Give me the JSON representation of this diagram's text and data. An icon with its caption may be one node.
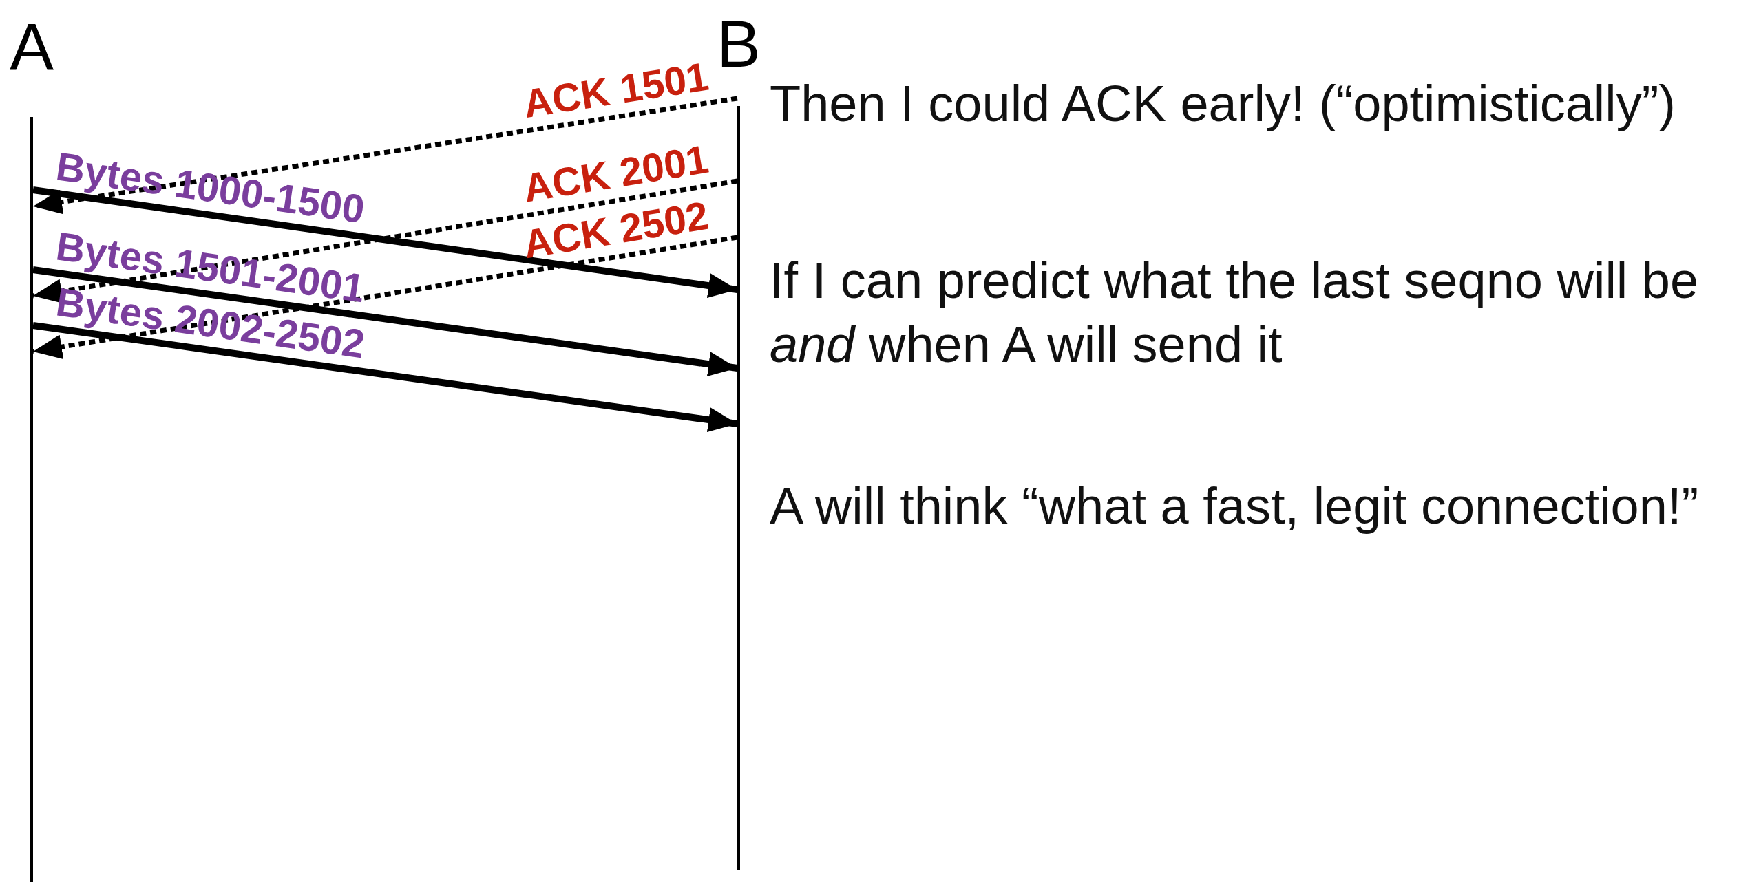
{
  "diagram": {
    "nodes": [
      {
        "text": [
          "A"
        ]
      },
      {
        "text": [
          "B"
        ]
      }
    ],
    "edges": [
      {
        "from": 1,
        "to": 0,
        "arrow": "to",
        "style": "dashed",
        "label": "ACK 1501"
      },
      {
        "from": 0,
        "to": 1,
        "arrow": "to",
        "label": "Bytes 1000-1500"
      },
      {
        "from": 1,
        "to": 0,
        "arrow": "to",
        "style": "dashed",
        "label": "ACK 2001"
      },
      {
        "from": 0,
        "to": 1,
        "arrow": "to",
        "label": "Bytes 1501-2001"
      },
      {
        "from": 1,
        "to": 0,
        "arrow": "to",
        "style": "dashed",
        "label": "ACK 2502"
      },
      {
        "from": 0,
        "to": 1,
        "arrow": "to",
        "label": "Bytes 2002-2502"
      }
    ],
    "labels": [
      "Then I could ACK early! (“optimistically”)",
      "If I can predict what the last seqno will be *and* when A will send it",
      "A will think “what a fast, legit connection!”"
    ]
  }
}
